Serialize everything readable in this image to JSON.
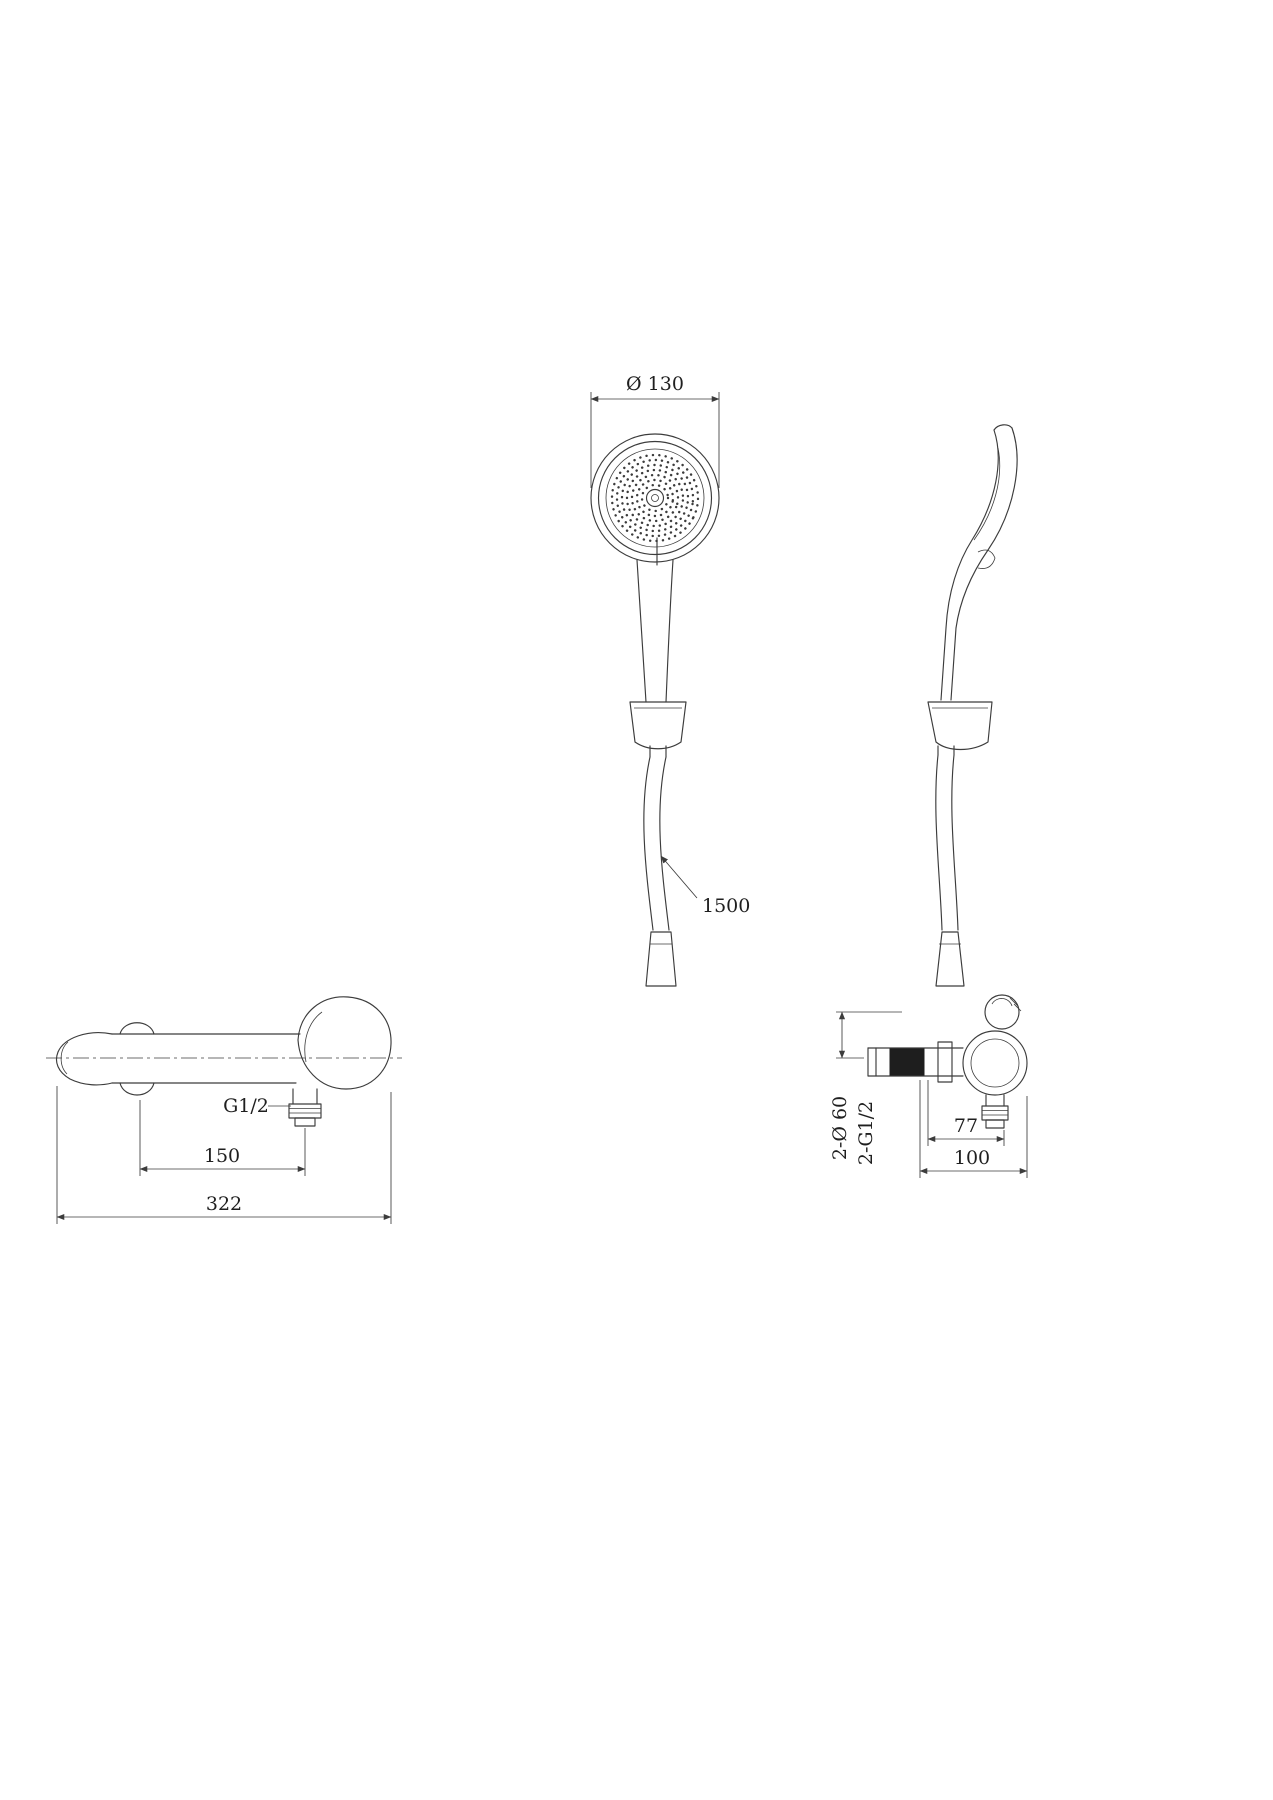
{
  "style": {
    "background": "#ffffff",
    "line_color": "#3c3c3c",
    "text_color": "#1f1f1f"
  },
  "views": {
    "hand_shower_front": {
      "head_diameter": "Ø 130",
      "hose_length": "1500"
    },
    "mixer_front": {
      "outlet_thread": "G1/2",
      "outlet_offset": "150",
      "overall_width": "322"
    },
    "mixer_side": {
      "escutcheon_note": "2-Ø 60",
      "inlet_thread_note": "2-G1/2",
      "outlet_projection": "77",
      "body_width": "100"
    }
  }
}
